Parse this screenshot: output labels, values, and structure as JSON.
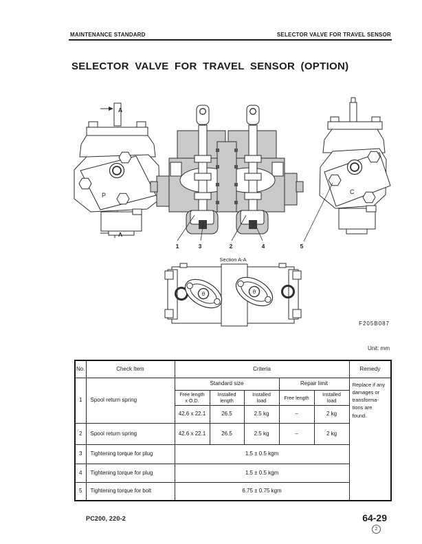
{
  "page": {
    "header_left": "MAINTENANCE STANDARD",
    "header_right": "SELECTOR VALVE FOR TRAVEL SENSOR",
    "title": "SELECTOR VALVE FOR TRAVEL SENSOR (OPTION)",
    "unit_label": "Unit: mm",
    "figure_code": "F205B087",
    "footer_model": "PC200, 220-2",
    "page_number": "64-29",
    "page_number_note": "2"
  },
  "figure": {
    "section_caption": "Section A-A",
    "section_label_top": "A",
    "section_label_bottom": "A",
    "port_label_left": "P",
    "port_label_right": "C",
    "theta": "θ",
    "callouts": {
      "c1": "1",
      "c2": "2",
      "c3": "3",
      "c4": "4",
      "c5": "5"
    }
  },
  "table": {
    "col_no": "No.",
    "col_check_item": "Check Item",
    "col_criteria": "Criteria",
    "col_remedy": "Remedy",
    "group_standard": "Standard size",
    "group_repair": "Repair limit",
    "sub_free_od": "Free length\nx O.D.",
    "sub_inst_len": "Installed\nlength",
    "sub_inst_load": "Installed\nload",
    "sub_rl_free": "Free length",
    "sub_rl_load": "Installed\nload",
    "rows": [
      {
        "no": "1",
        "item": "Spool return spring",
        "free_od": "42.6 x 22.1",
        "inst_len": "26.5",
        "inst_load": "2.5 kg",
        "rl_free": "–",
        "rl_load": "2 kg"
      },
      {
        "no": "2",
        "item": "Spool return spring",
        "free_od": "42.6 x 22.1",
        "inst_len": "26.5",
        "inst_load": "2.5 kg",
        "rl_free": "–",
        "rl_load": "2 kg"
      },
      {
        "no": "3",
        "item": "Tightening torque for plug",
        "value": "1.5 ± 0.5 kgm"
      },
      {
        "no": "4",
        "item": "Tightening torque for plug",
        "value": "1.5 ± 0.5 kgm"
      },
      {
        "no": "5",
        "item": "Tightening torque for bolt",
        "value": "6.75 ± 0.75 kgm"
      }
    ],
    "remedy": "Replace if any\ndamages or\ntransforma-\ntions are\nfound."
  }
}
